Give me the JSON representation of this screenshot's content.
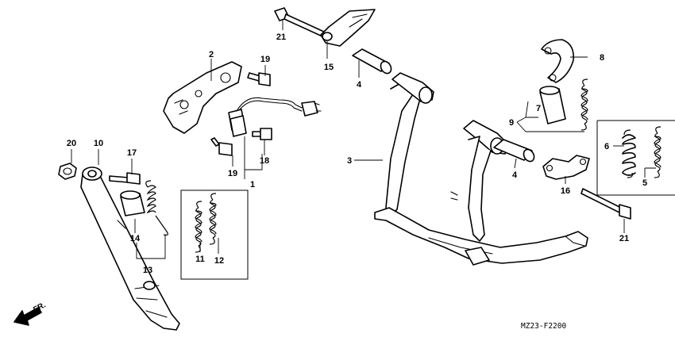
{
  "callouts": {
    "c1": "1",
    "c2": "2",
    "c3": "3",
    "c4a": "4",
    "c4b": "4",
    "c5": "5",
    "c6": "6",
    "c7": "7",
    "c8": "8",
    "c9": "9",
    "c10": "10",
    "c11": "11",
    "c12": "12",
    "c13": "13",
    "c14": "14",
    "c15": "15",
    "c16": "16",
    "c17": "17",
    "c18": "18",
    "c19a": "19",
    "c19b": "19",
    "c20": "20",
    "c21a": "21",
    "c21b": "21"
  },
  "front_marker": "FR.",
  "diagram_code": "MZ23-F2200"
}
